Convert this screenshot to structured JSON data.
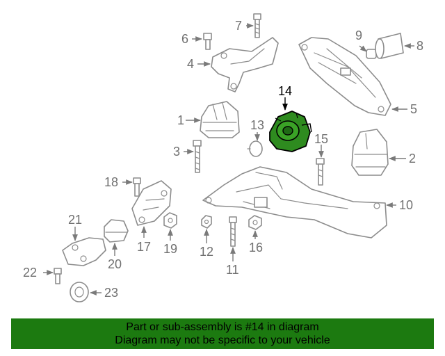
{
  "diagram": {
    "callouts": {
      "c1": "1",
      "c2": "2",
      "c3": "3",
      "c4": "4",
      "c5": "5",
      "c6": "6",
      "c7": "7",
      "c8": "8",
      "c9": "9",
      "c10": "10",
      "c11": "11",
      "c12": "12",
      "c13": "13",
      "c14": "14",
      "c15": "15",
      "c16": "16",
      "c17": "17",
      "c18": "18",
      "c19": "19",
      "c20": "20",
      "c21": "21",
      "c22": "22",
      "c23": "23"
    },
    "highlighted_part": "14",
    "highlight_color": "#2e8b1f"
  },
  "banner": {
    "line1": "Part or sub-assembly is #14 in diagram",
    "line2": "Diagram may not be specific to your vehicle",
    "background": "#1c7a10"
  }
}
